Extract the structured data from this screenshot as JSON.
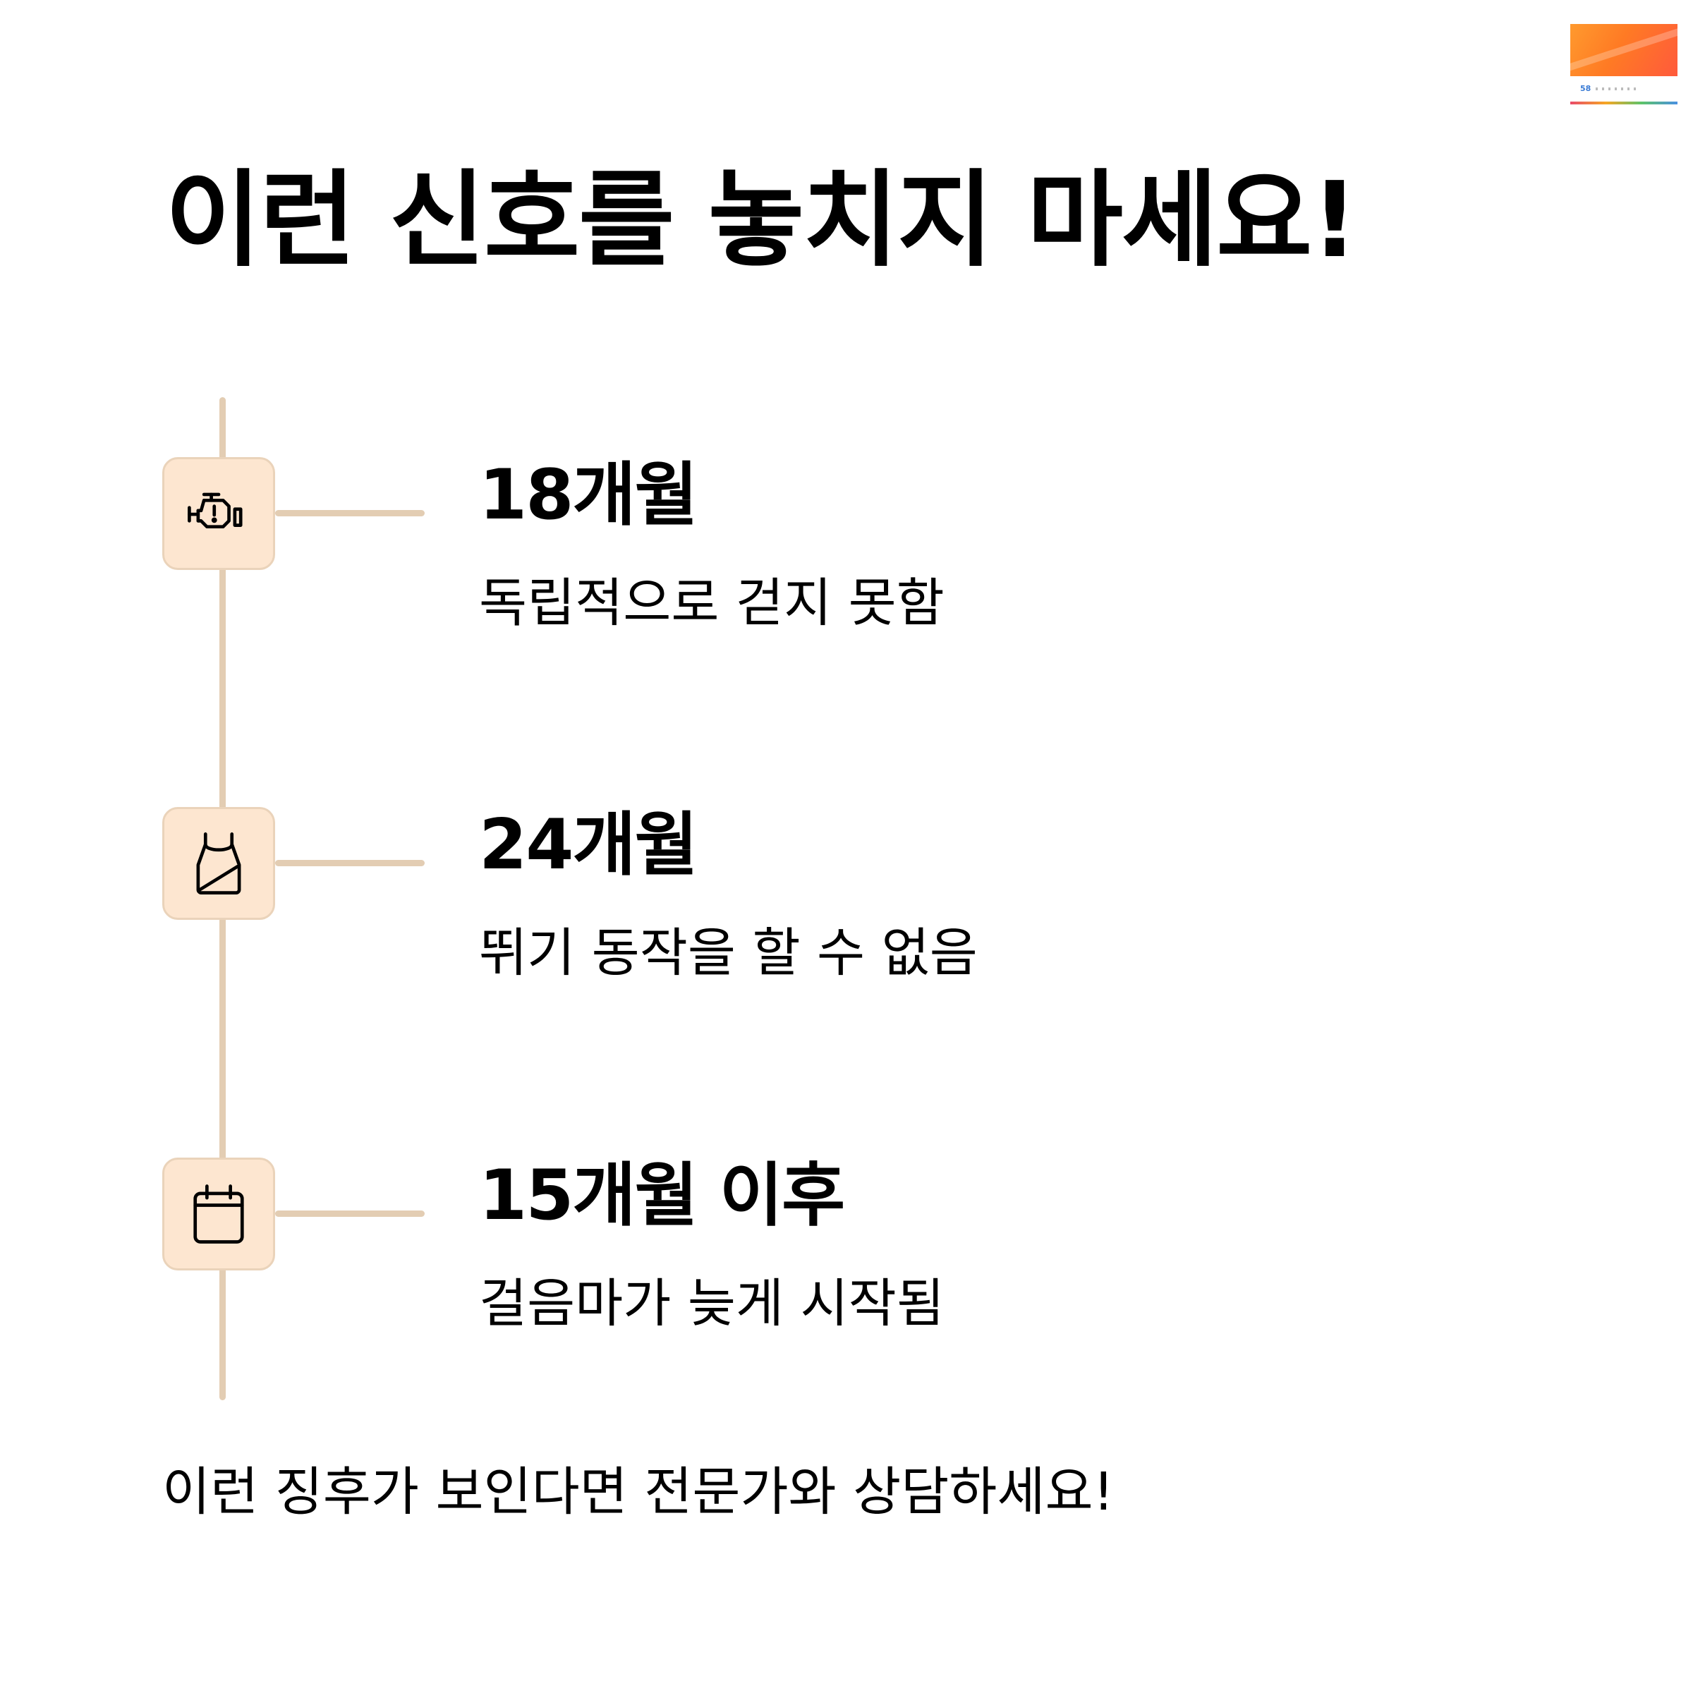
{
  "title": "이런 신호를 놓치지 마세요!",
  "brand": {
    "badge": "58"
  },
  "timeline": {
    "line_color": "#e3cdb3",
    "icon_bg_color": "#fde6d0",
    "steps": [
      {
        "icon": "engine-warning-icon",
        "heading": "18개월",
        "description": "독립적으로 걷지 못함"
      },
      {
        "icon": "tank-top-icon",
        "heading": "24개월",
        "description": "뛰기 동작을 할 수 없음"
      },
      {
        "icon": "calendar-icon",
        "heading": "15개월 이후",
        "description": "걸음마가 늦게 시작됨"
      }
    ]
  },
  "footer": "이런 징후가 보인다면 전문가와 상담하세요!"
}
